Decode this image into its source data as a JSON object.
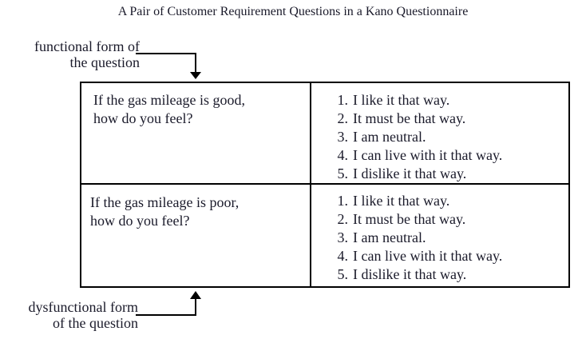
{
  "title": "A Pair of Customer Requirement Questions in a Kano Questionnaire",
  "labels": {
    "functional": [
      "functional form of",
      "the question"
    ],
    "dysfunctional": [
      "dysfunctional form",
      "of the question"
    ]
  },
  "rows": [
    {
      "question": [
        "If the gas mileage is good,",
        "how do you feel?"
      ],
      "options": [
        {
          "num": "1.",
          "text": "I like it that way."
        },
        {
          "num": "2.",
          "text": "It must be that way."
        },
        {
          "num": "3.",
          "text": "I am neutral."
        },
        {
          "num": "4.",
          "text": "I can live with it that way."
        },
        {
          "num": "5.",
          "text": "I dislike it that way."
        }
      ]
    },
    {
      "question": [
        "If the gas mileage is poor,",
        "how do you feel?"
      ],
      "options": [
        {
          "num": "1.",
          "text": "I like it that way."
        },
        {
          "num": "2.",
          "text": "It must be that way."
        },
        {
          "num": "3.",
          "text": "I am neutral."
        },
        {
          "num": "4.",
          "text": "I can live with it that way."
        },
        {
          "num": "5.",
          "text": "I dislike it that way."
        }
      ]
    }
  ]
}
